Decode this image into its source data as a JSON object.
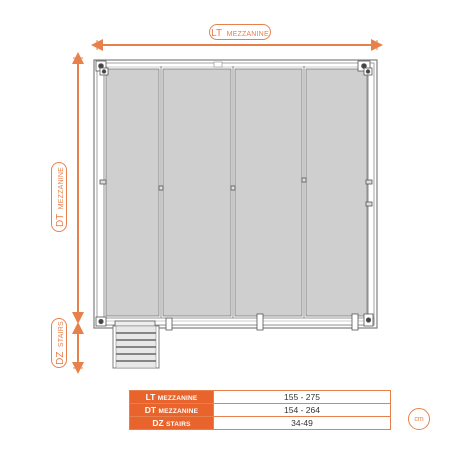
{
  "dimension_labels": {
    "width": {
      "main": "LT",
      "sub": "MEZZANINE"
    },
    "depth": {
      "main": "DT",
      "sub": "MEZZANINE"
    },
    "stairs_depth": {
      "main": "DZ",
      "sub": "STAIRS"
    }
  },
  "table": {
    "rows": [
      {
        "key_main": "LT",
        "key_sub": "MEZZANINE",
        "value": "155 - 275"
      },
      {
        "key_main": "DT",
        "key_sub": "MEZZANINE",
        "value": "154 - 264"
      },
      {
        "key_main": "DZ",
        "key_sub": "STAIRS",
        "value": "34-49"
      }
    ]
  },
  "unit": "cm",
  "colors": {
    "accent": "#e8804c",
    "accent_dark": "#e8642c",
    "platform_fill": "#cfcfcf",
    "frame": "#7f7f7f"
  }
}
